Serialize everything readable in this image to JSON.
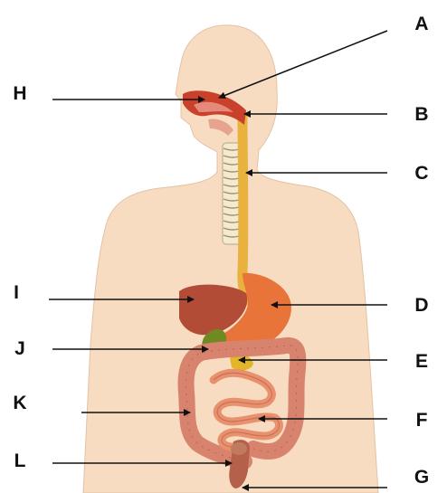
{
  "colors": {
    "skin": "#f8dcc2",
    "skin_outline": "#e2c2a4",
    "mouth": "#c9412b",
    "esophagus": "#e9b23e",
    "stomach": "#e8743a",
    "liver": "#b24c36",
    "gallbladder": "#6f8a22",
    "pancreas": "#e3b62a",
    "colon": "#d7836d",
    "small_intestine": "#e8916e",
    "rectum": "#b5604a",
    "trachea": "#f2ead2",
    "leader_line": "#111111"
  },
  "labels": {
    "A": "A",
    "B": "B",
    "C": "C",
    "D": "D",
    "E": "E",
    "F": "F",
    "G": "G",
    "H": "H",
    "I": "I",
    "J": "J",
    "K": "K",
    "L": "L"
  }
}
